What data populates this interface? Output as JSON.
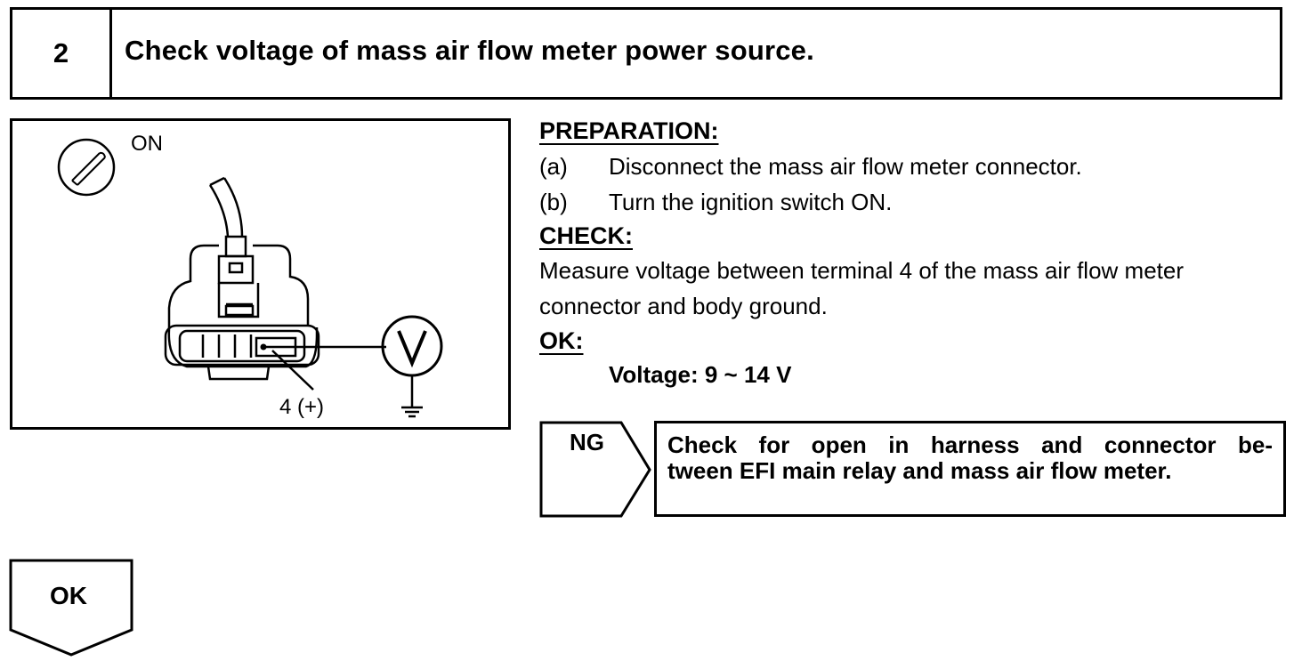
{
  "step": {
    "number": "2",
    "title": "Check voltage of mass air flow meter power source."
  },
  "illustration": {
    "ignition_label": "ON",
    "terminal_label": "4 (+)",
    "meter_icon": "voltmeter-icon",
    "ground_icon": "ground-icon",
    "ignition_icon": "ignition-key-icon"
  },
  "preparation": {
    "heading": "PREPARATION:",
    "items": [
      {
        "letter": "(a)",
        "text": "Disconnect the mass air flow meter connector."
      },
      {
        "letter": "(b)",
        "text": "Turn the ignition switch ON."
      }
    ]
  },
  "check": {
    "heading": "CHECK:",
    "line1": "Measure voltage between terminal 4 of the mass air flow meter",
    "line2": "connector and body ground."
  },
  "ok_section": {
    "heading": "OK:",
    "spec": "Voltage: 9 ~ 14 V"
  },
  "ng": {
    "label": "NG",
    "line1": "Check for open in harness and connector be-",
    "line2": "tween EFI main relay and mass air flow meter."
  },
  "ok_next": {
    "label": "OK"
  }
}
